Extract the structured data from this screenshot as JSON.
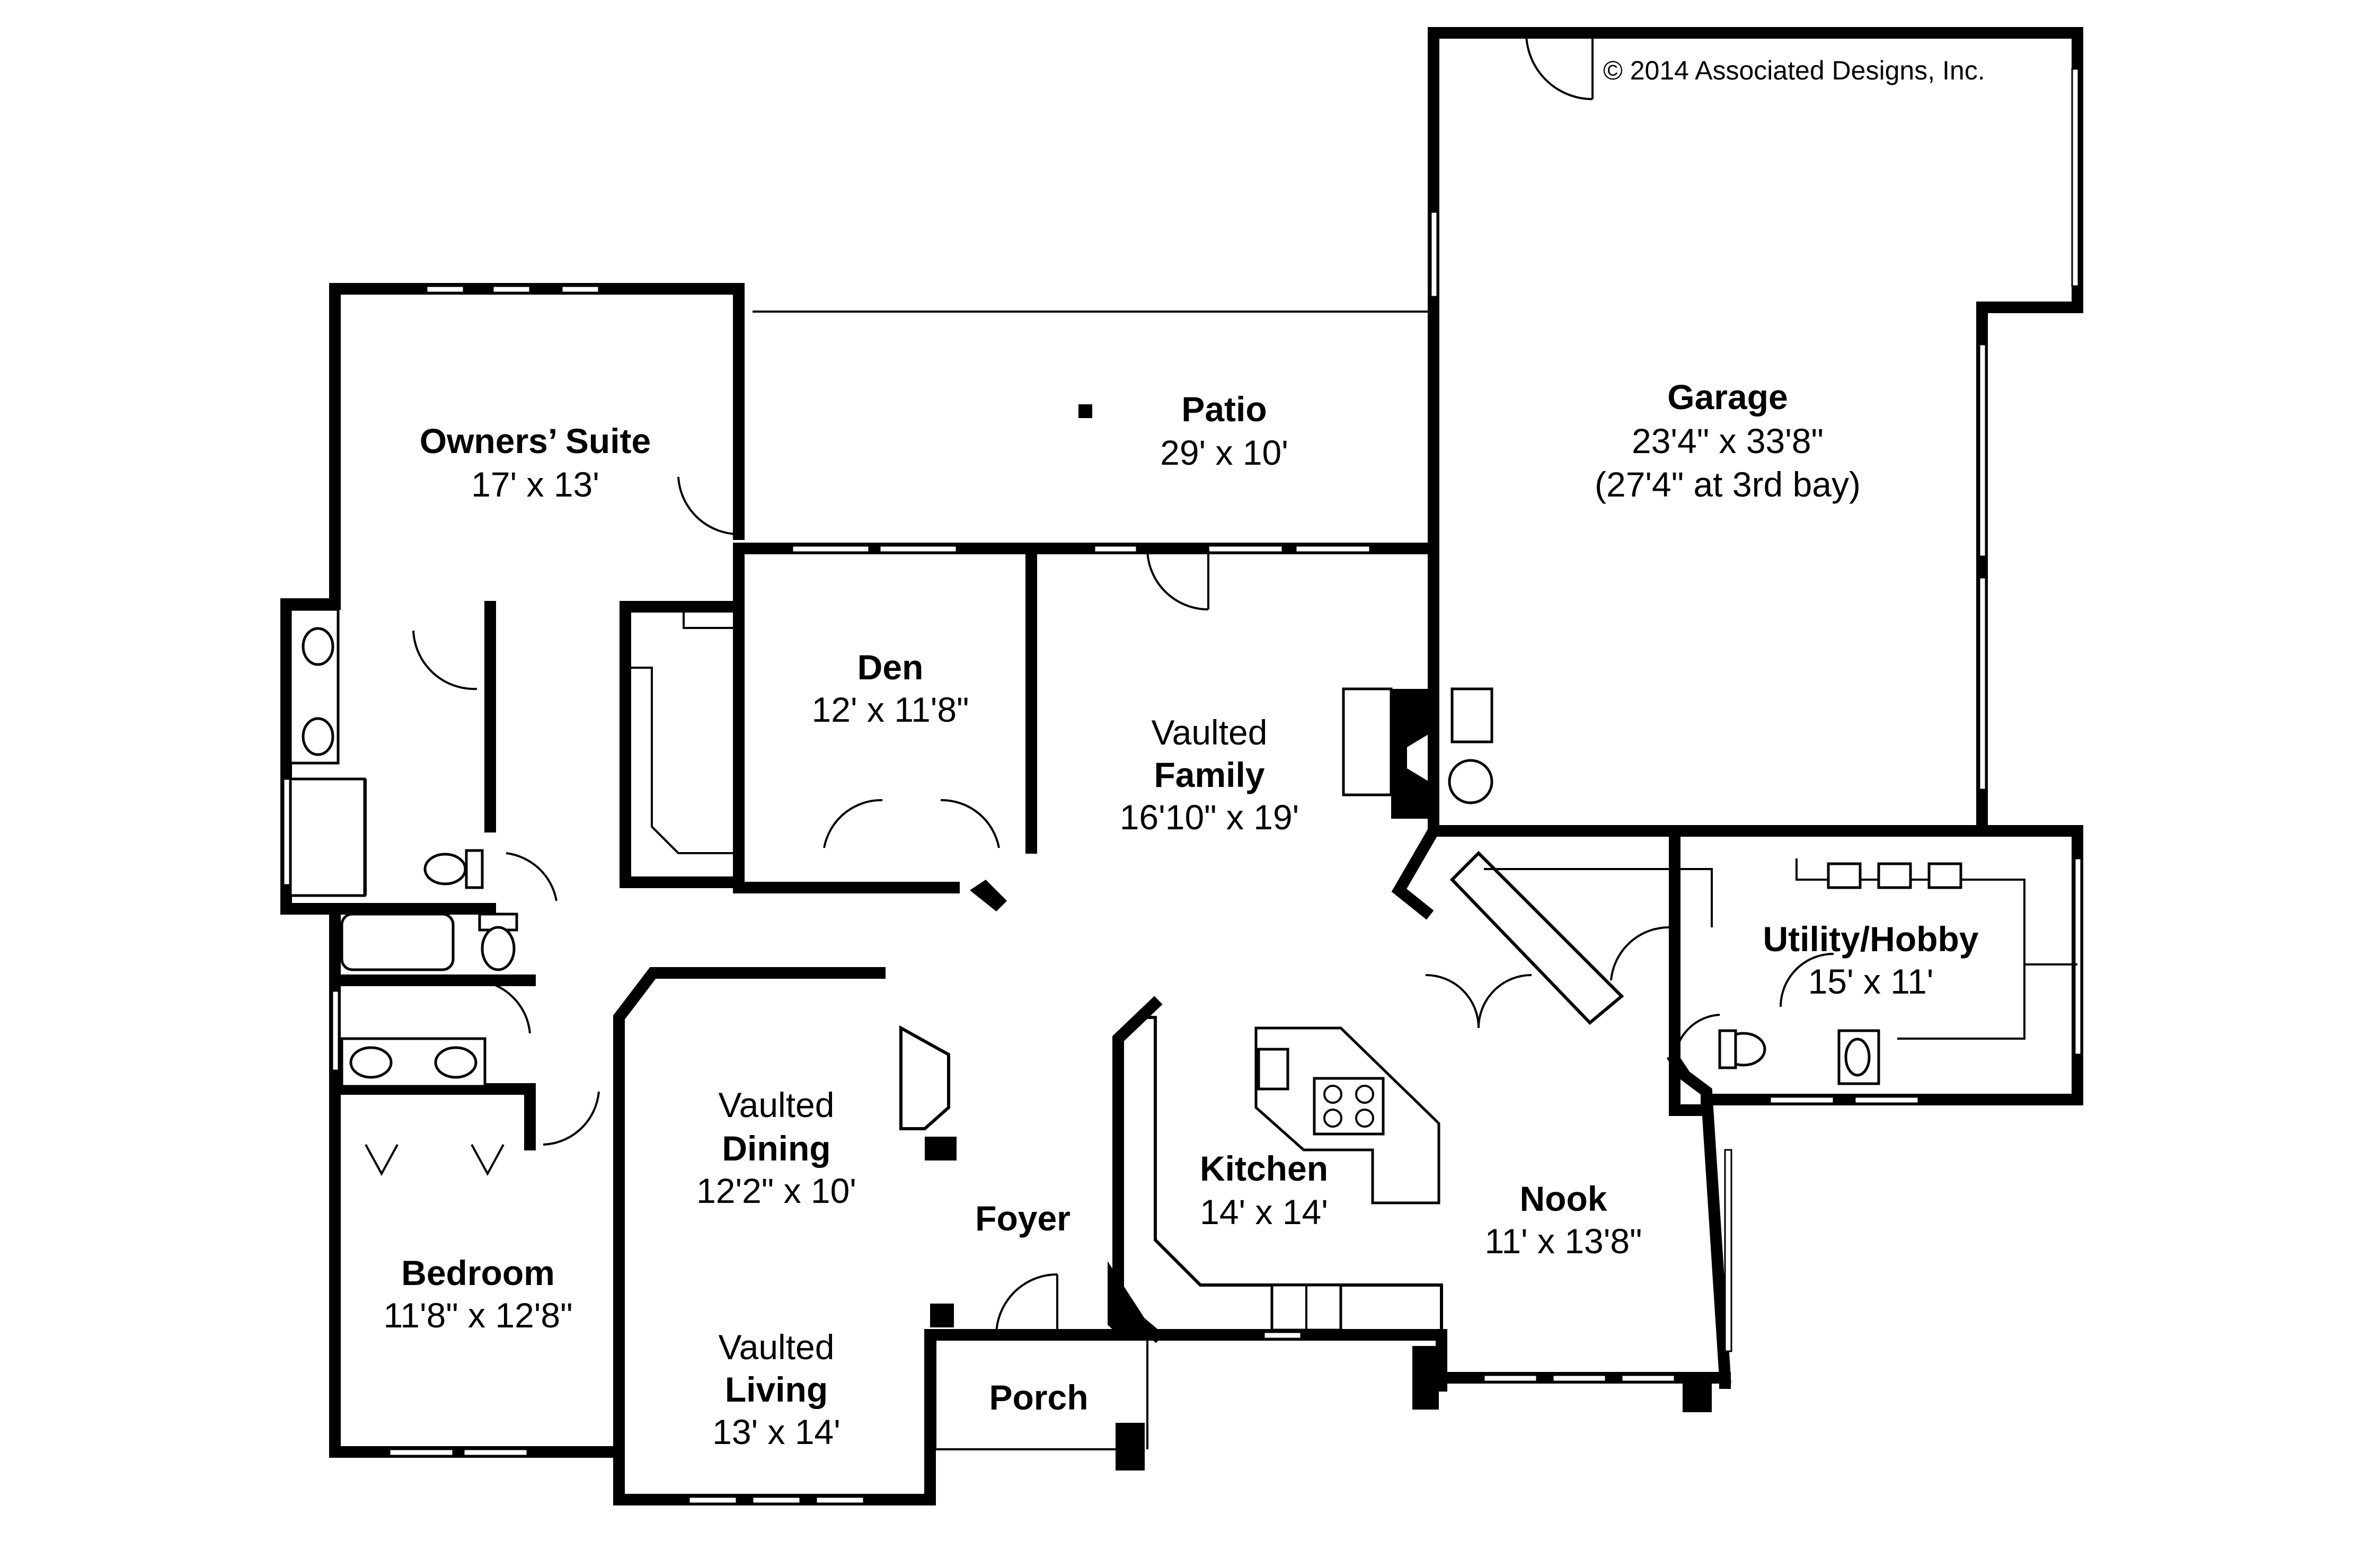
{
  "copyright": "© 2014 Associated Designs, Inc.",
  "rooms": {
    "owners_suite": {
      "name": "Owners’ Suite",
      "dims": "17' x 13'"
    },
    "patio": {
      "name": "Patio",
      "dims": "29' x 10'"
    },
    "garage": {
      "name": "Garage",
      "dims": "23'4\" x 33'8\"",
      "note": "(27'4\" at 3rd bay)"
    },
    "den": {
      "name": "Den",
      "dims": "12' x 11'8\""
    },
    "family": {
      "prefix": "Vaulted",
      "name": "Family",
      "dims": "16'10\" x 19'"
    },
    "utility": {
      "name": "Utility/Hobby",
      "dims": "15' x 11'"
    },
    "dining": {
      "prefix": "Vaulted",
      "name": "Dining",
      "dims": "12'2\" x 10'"
    },
    "kitchen": {
      "name": "Kitchen",
      "dims": "14' x 14'"
    },
    "nook": {
      "name": "Nook",
      "dims": "11' x 13'8\""
    },
    "foyer": {
      "name": "Foyer"
    },
    "bedroom": {
      "name": "Bedroom",
      "dims": "11'8\" x 12'8\""
    },
    "living": {
      "prefix": "Vaulted",
      "name": "Living",
      "dims": "13' x 14'"
    },
    "porch": {
      "name": "Porch"
    }
  }
}
